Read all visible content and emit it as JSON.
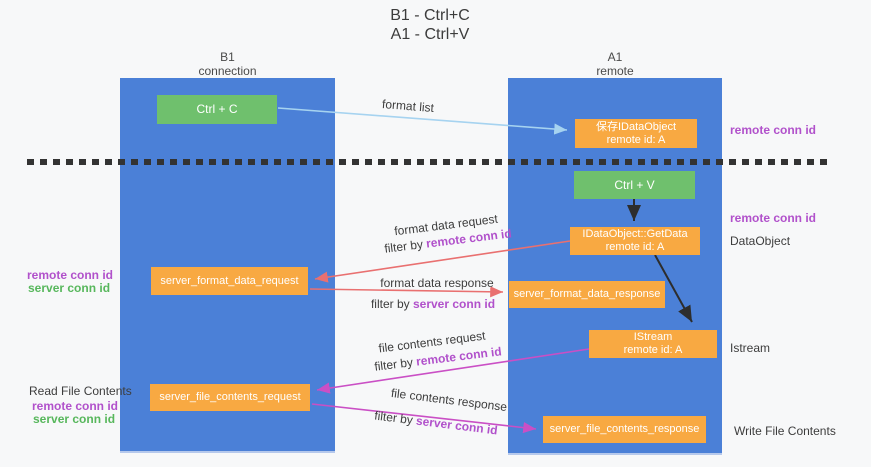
{
  "title": {
    "line1": "B1 - Ctrl+C",
    "line2": "A1 - Ctrl+V"
  },
  "columns": {
    "left": {
      "name": "B1",
      "role": "connection"
    },
    "right": {
      "name": "A1",
      "role": "remote"
    }
  },
  "nodes": {
    "ctrl_c": "Ctrl + C",
    "ctrl_v": "Ctrl + V",
    "save_idataobject": {
      "line1": "保存IDataObject",
      "line2": "remote id: A"
    },
    "getdata": {
      "line1": "IDataObject::GetData",
      "line2": "remote id: A"
    },
    "istream": {
      "line1": "IStream",
      "line2": "remote id: A"
    },
    "format_request": "server_format_data_request",
    "format_response": "server_format_data_response",
    "file_request": "server_file_contents_request",
    "file_response": "server_file_contents_response"
  },
  "flow": {
    "format_list": "format list",
    "format_data_request": "format data request",
    "format_data_response": "format data response",
    "file_contents_request": "file contents request",
    "file_contents_response": "file contents response",
    "filter_by": "filter by ",
    "remote_conn_id": "remote conn id",
    "server_conn_id": "server conn id"
  },
  "labels": {
    "left": {
      "remote_conn_id": "remote conn id",
      "server_conn_id": "server conn id",
      "read_file": "Read File Contents"
    },
    "right": {
      "remote_conn_id_top": "remote conn id",
      "remote_conn_id_mid": "remote conn id",
      "dataobject": "DataObject",
      "istream": "Istream",
      "write_file": "Write File Contents"
    }
  },
  "colors": {
    "column_blue": "#4b80d7",
    "box_orange": "#f8a942",
    "box_green": "#6fc06d",
    "label_purple": "#b151cb",
    "label_green": "#57b75c",
    "arrow_red": "#e97070",
    "arrow_magenta": "#ca4fc5",
    "arrow_blue": "#a6d3f0",
    "arrow_black": "#2d2d2d",
    "dash_color": "#333333"
  }
}
